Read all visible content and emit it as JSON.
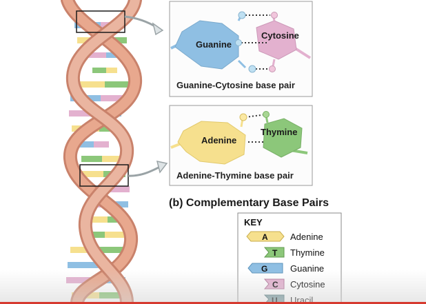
{
  "gc_panel": {
    "guanine": "Guanine",
    "cytosine": "Cytosine",
    "caption": "Guanine-Cytosine base pair"
  },
  "at_panel": {
    "adenine": "Adenine",
    "thymine": "Thymine",
    "caption": "Adenine-Thymine base pair"
  },
  "heading": "(b) Complementary Base Pairs",
  "key": {
    "title": "KEY",
    "items": [
      {
        "letter": "A",
        "label": "Adenine",
        "color": "#f6e08e"
      },
      {
        "letter": "T",
        "label": "Thymine",
        "color": "#8cc77a"
      },
      {
        "letter": "G",
        "label": "Guanine",
        "color": "#8fbfe3"
      },
      {
        "letter": "C",
        "label": "Cytosine",
        "color": "#e3b1cf"
      },
      {
        "letter": "U",
        "label": "Uracil",
        "color": "#7d9ea3"
      }
    ]
  },
  "colors": {
    "backbone": "#e8a88e",
    "backbone_dark": "#c9826b",
    "guanine": "#8fbfe3",
    "cytosine": "#e3b1cf",
    "adenine": "#f6e08e",
    "thymine": "#8cc77a",
    "hydrogen_bond": "#3a3a3a"
  }
}
